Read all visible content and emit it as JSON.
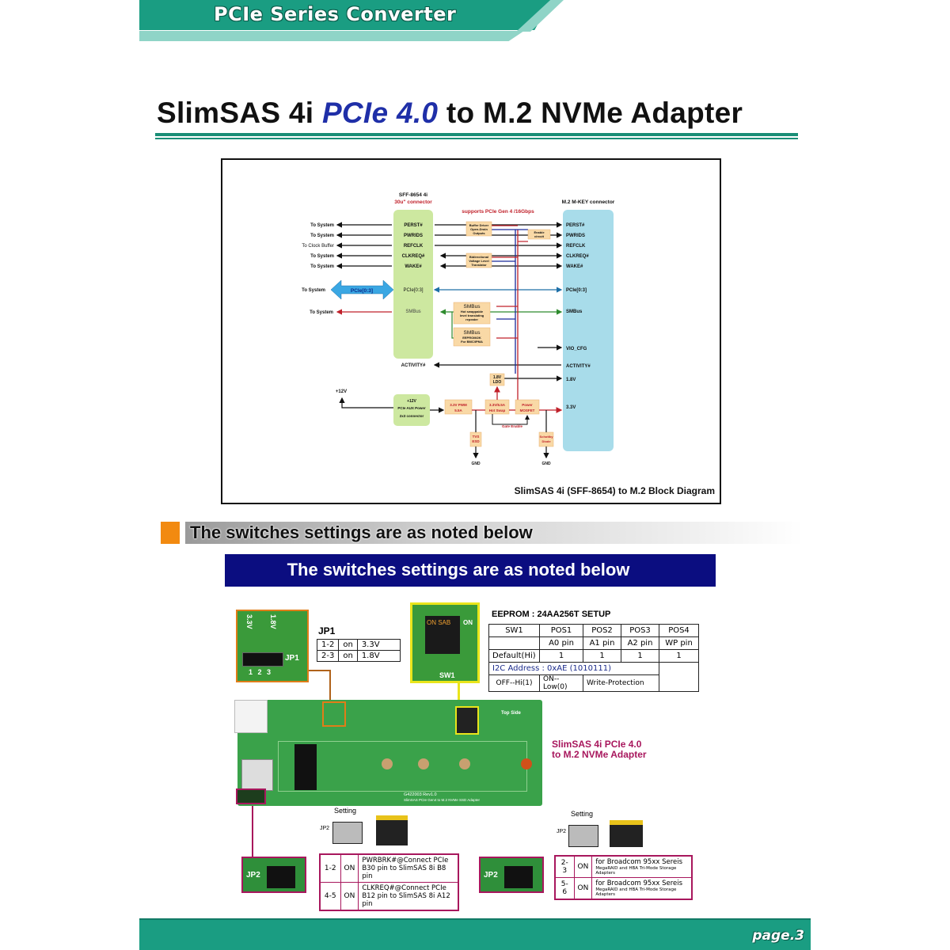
{
  "header": {
    "title": "PCIe Series Converter"
  },
  "main_title": {
    "prefix": "SlimSAS 4i ",
    "accent": "PCIe 4.0",
    "suffix": " to M.2 NVMe Adapter"
  },
  "diagram": {
    "caption": "SlimSAS 4i (SFF-8654) to M.2 Block Diagram",
    "left_connector": {
      "title": "SFF-8654 4i",
      "subtitle": "30u\" connector"
    },
    "right_connector": {
      "title": "M.2 M-KEY connector"
    },
    "note": "supports PCIe Gen 4 /16Gbps",
    "left_signals": [
      "PERST#",
      "PWRIDS",
      "REFCLK",
      "CLKREQ#",
      "WAKE#",
      "PCIe[0:3]",
      "SMBus",
      "ACTIVITY#"
    ],
    "right_signals": [
      "PERST#",
      "PWRIDS",
      "REFCLK",
      "CLKREQ#",
      "WAKE#",
      "PCIe[0:3]",
      "SMBus",
      "VIO_CFG",
      "ACTIVITY#",
      "1.8V",
      "3.3V"
    ],
    "system_labels": [
      "To System",
      "To System",
      "To Clock Buffer",
      "To System",
      "To System",
      "To System",
      "To System"
    ],
    "pcie_arrow_label": "PCIe[0:3]",
    "blocks": {
      "buffer": [
        "Buffer Driver",
        "Open-Drain",
        "Outputs"
      ],
      "enable": [
        "Enable",
        "circuit"
      ],
      "bidir": [
        "Bidirectional",
        "Voltage Level",
        "Translator"
      ],
      "smbus1": [
        "SMBus",
        "Hot swappable",
        "level translating",
        "repeater"
      ],
      "smbus2": [
        "SMBus",
        "EEPROM/2K",
        "For BMC/IPMA"
      ],
      "ldo": [
        "1.8V",
        "LDO"
      ],
      "aux": [
        "+12V",
        "PCIe AUX Power",
        "2x3 connector"
      ],
      "pwm": [
        "3.3V PWM",
        "5.5A"
      ],
      "hotswap": [
        "3.3V/6.5A",
        "Hot Swap"
      ],
      "mosfet": [
        "Power",
        "MOSFET"
      ],
      "tvs": [
        "TVS",
        "ESD"
      ],
      "schottky": [
        "Schottky",
        "Diode"
      ]
    },
    "plus12v": "+12V",
    "gate_enable": "Gate Enable",
    "gnd": "GND"
  },
  "section": {
    "heading": "The switches settings are as noted below",
    "banner": "The switches settings are as noted below"
  },
  "jp1": {
    "title": "JP1",
    "rows": [
      [
        "1-2",
        "on",
        "3.3V"
      ],
      [
        "2-3",
        "on",
        "1.8V"
      ]
    ],
    "photo_labels": {
      "v33": "3.3V",
      "v18": "1.8V",
      "name": "JP1",
      "pins": "1  2  3"
    }
  },
  "sw1": {
    "photo_label": "SW1",
    "dip_text": "ON SAB",
    "on": "ON"
  },
  "eeprom": {
    "title": "EEPROM : 24AA256T SETUP",
    "header": [
      "SW1",
      "POS1",
      "POS2",
      "POS3",
      "POS4"
    ],
    "pins": [
      "",
      "A0 pin",
      "A1 pin",
      "A2 pin",
      "WP pin"
    ],
    "default": [
      "Default(Hi)",
      "1",
      "1",
      "1",
      "1"
    ],
    "i2c": "I2C Address : 0xAE (1010111)",
    "legend": [
      "OFF--Hi(1)",
      "ON--Low(0)",
      "Write-Protection"
    ]
  },
  "board": {
    "label_line1": "SlimSAS 4i PCIe 4.0",
    "label_line2": "to M.2 NVMe Adapter",
    "top_side": "Top Side",
    "rev": "G422003 Rev1.0",
    "silk": "SlimSAS PCIe Gen4 to M.2 NVMe SSD Adapter"
  },
  "jp2_left": {
    "setting": "Setting",
    "label": "JP2",
    "rows": [
      {
        "pins": "1-2",
        "state": "ON",
        "desc1": "PWRBRK#@Connect PCIe",
        "desc2": "B30 pin to SlimSAS 8i B8 pin"
      },
      {
        "pins": "4-5",
        "state": "ON",
        "desc1": "CLKREQ#@Connect PCIe",
        "desc2": "B12 pin to SlimSAS 8i A12 pin"
      }
    ]
  },
  "jp2_right": {
    "setting": "Setting",
    "label": "JP2",
    "rows": [
      {
        "pins": "2-3",
        "state": "ON",
        "desc1": "for Broadcom 95xx Sereis",
        "desc2": "MegaRAID and HBA Tri-Mode Storage Adapters"
      },
      {
        "pins": "5-6",
        "state": "ON",
        "desc1": "for Broadcom 95xx Sereis",
        "desc2": "MegaRAID and HBA Tri-Mode Storage Adapters"
      }
    ]
  },
  "footer": {
    "page": "page.3"
  },
  "colors": {
    "brand_green": "#1a9d82",
    "light_green": "#8fd4c7",
    "accent_blue": "#1f2fa8",
    "banner_navy": "#0b0d80",
    "orange": "#f28a10",
    "magenta": "#a8175d"
  }
}
